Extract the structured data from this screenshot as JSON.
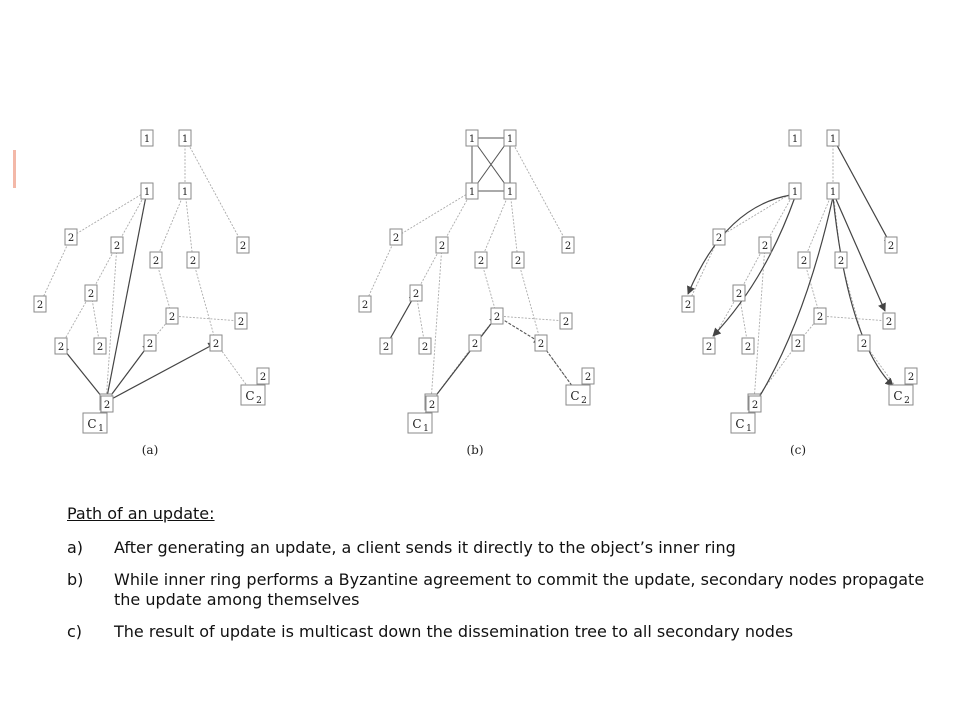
{
  "caption": {
    "heading": "Path of an update:",
    "steps": [
      {
        "marker": "a)",
        "text": "After generating an update, a client sends it directly to the object’s inner ring"
      },
      {
        "marker": "b)",
        "text": "While inner ring performs a Byzantine agreement to commit the update, secondary nodes propagate the update among themselves"
      },
      {
        "marker": "c)",
        "text": "The result of update is multicast down the dissemination tree to all secondary nodes"
      }
    ]
  },
  "diagram": {
    "panels": [
      {
        "label": "(a)",
        "stage": "client sends update to inner ring"
      },
      {
        "label": "(b)",
        "stage": "byzantine agreement and secondary propagation"
      },
      {
        "label": "(c)",
        "stage": "multicast down dissemination tree"
      }
    ],
    "node_labels": {
      "inner": "1",
      "secondary": "2",
      "client": "C",
      "client1_sub": "1",
      "client2_sub": "2"
    },
    "colors": {
      "box_stroke": "#8a8a8a",
      "edge": "#aaaaaa",
      "arrow": "#444444",
      "accent_mark": "#f3b8a8"
    }
  }
}
